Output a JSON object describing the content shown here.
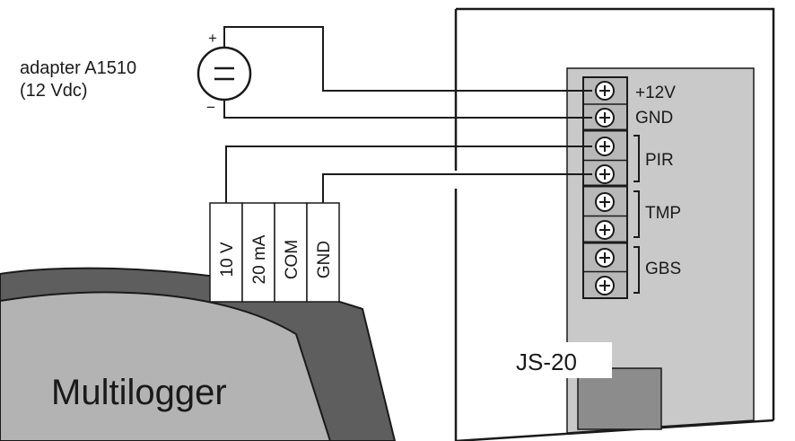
{
  "adapter": {
    "line1": "adapter A1510",
    "line2": "(12 Vdc)",
    "plus_sign": "+",
    "minus_sign": "−",
    "symbol": "dc-source-icon"
  },
  "logger_terminals": [
    "10 V",
    "20 mA",
    "COM",
    "GND"
  ],
  "multilogger_label": "Multilogger",
  "board": {
    "terminals": [
      {
        "label": "+12V"
      },
      {
        "label": "GND"
      },
      {
        "group": "PIR"
      },
      {
        "group": "TMP"
      },
      {
        "group": "GBS"
      }
    ],
    "js_label": "JS-20",
    "terminal_symbol": "⊕"
  },
  "colors": {
    "ink": "#1a1a1a",
    "board_gray": "#c9c9c9",
    "terminal_gray": "#b8b8b8",
    "connector_gray": "#8c8c8c",
    "logger_light": "#b3b3b3",
    "logger_dark": "#5e5e5e"
  }
}
